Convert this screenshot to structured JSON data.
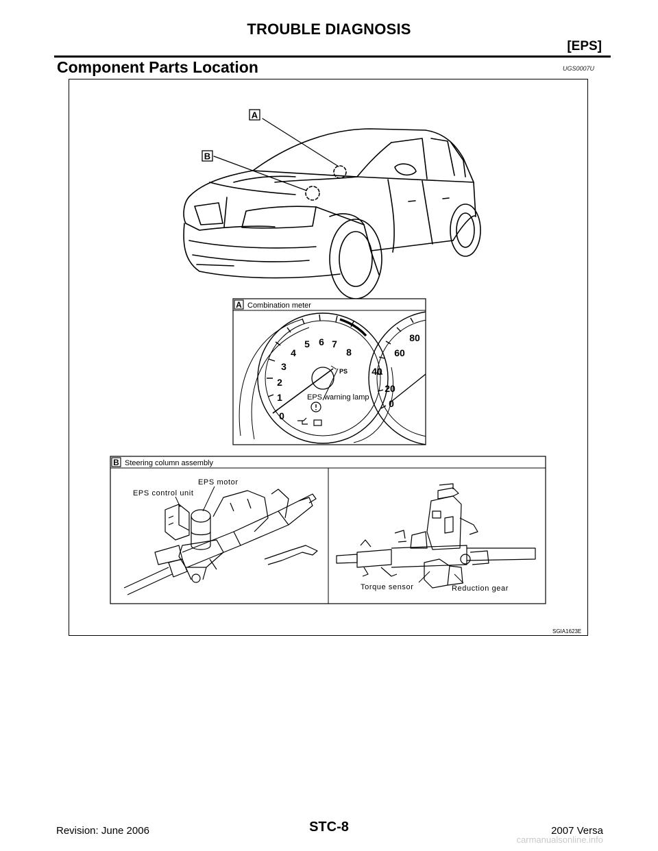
{
  "header": {
    "title": "TROUBLE DIAGNOSIS",
    "section": "[EPS]"
  },
  "section": {
    "title": "Component Parts Location",
    "code": "UGS0007U"
  },
  "figure": {
    "callout_a": "A",
    "callout_b": "B",
    "panel_a": {
      "letter": "A",
      "title": "Combination meter",
      "tach_numbers": [
        "0",
        "1",
        "2",
        "3",
        "4",
        "5",
        "6",
        "7",
        "8"
      ],
      "speedo_numbers": [
        "0",
        "20",
        "40",
        "60",
        "80"
      ],
      "ps_label": "PS",
      "warning_label": "EPS warning lamp"
    },
    "panel_b": {
      "letter": "B",
      "title": "Steering column assembly",
      "labels": {
        "motor": "EPS motor",
        "control_unit": "EPS control unit",
        "torque_sensor": "Torque sensor",
        "reduction_gear": "Reduction gear"
      }
    },
    "figure_id": "SGIA1623E"
  },
  "footer": {
    "revision": "Revision: June 2006",
    "page": "STC-8",
    "model": "2007 Versa"
  },
  "watermark": "carmanualsonline.info"
}
